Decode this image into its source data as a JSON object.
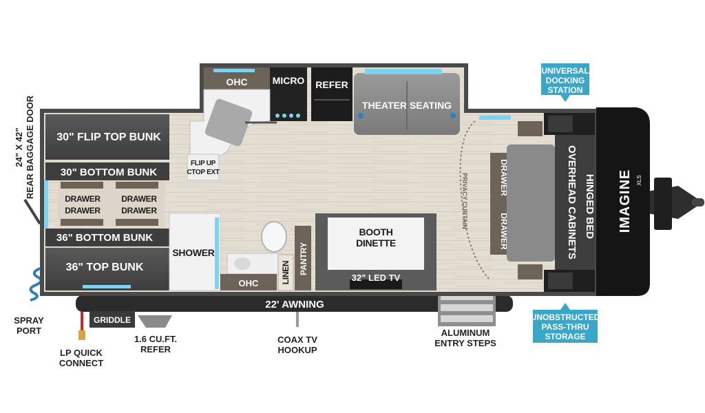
{
  "colors": {
    "floor": "#e4ddd2",
    "wall": "#4a4a4a",
    "cabinet": "#6d6257",
    "dark_cabinet": "#2a2a2a",
    "bunk": "#4b4b4b",
    "badge": "#3aa7c8",
    "light_strip": "#7fd3f0",
    "awning": "#2b2b2b",
    "front_cap": "#151515"
  },
  "brand": {
    "name": "IMAGINE",
    "suffix": "XLS"
  },
  "rooms": {
    "flip_top_bunk": "30\" FLIP TOP BUNK",
    "bottom_bunk_30": "30\" BOTTOM BUNK",
    "bottom_bunk_36": "36\" BOTTOM BUNK",
    "top_bunk_36": "36\" TOP BUNK",
    "drawer_1": "DRAWER",
    "drawer_2": "DRAWER",
    "drawer_3": "DRAWER",
    "drawer_4": "DRAWER",
    "ohc_kitchen": "OHC",
    "micro": "MICRO",
    "refer": "REFER",
    "theater_seating": "THEATER SEATING",
    "flip_up_ctop_1": "FLIP UP",
    "flip_up_ctop_2": "CTOP EXT",
    "shower": "SHOWER",
    "ohc_bath": "OHC",
    "linen": "LINEN",
    "pantry": "PANTRY",
    "booth_dinette_1": "BOOTH",
    "booth_dinette_2": "DINETTE",
    "led_tv": "32\" LED TV",
    "privacy_curtain": "PRIVACY CURTAIN",
    "bed_drawer_1": "DRAWER",
    "bed_drawer_2": "DRAWER",
    "hinged_bed": "HINGED BED",
    "overhead_cabinets": "OVERHEAD CABINETS",
    "awning": "22' AWNING",
    "griddle": "GRIDDLE"
  },
  "callouts": {
    "rear_door": "24\" X 42\"",
    "rear_door_2": "REAR BAGGAGE DOOR",
    "spray_port_1": "SPRAY",
    "spray_port_2": "PORT",
    "lp_1": "LP QUICK",
    "lp_2": "CONNECT",
    "refer_ext_1": "1.6 CU.FT.",
    "refer_ext_2": "REFER",
    "coax_1": "COAX TV",
    "coax_2": "HOOKUP",
    "steps_1": "ALUMINUM",
    "steps_2": "ENTRY STEPS"
  },
  "badges": {
    "docking_1": "UNIVERSAL",
    "docking_2": "DOCKING",
    "docking_3": "STATION",
    "storage_1": "UNOBSTRUCTED",
    "storage_2": "PASS-THRU",
    "storage_3": "STORAGE"
  }
}
